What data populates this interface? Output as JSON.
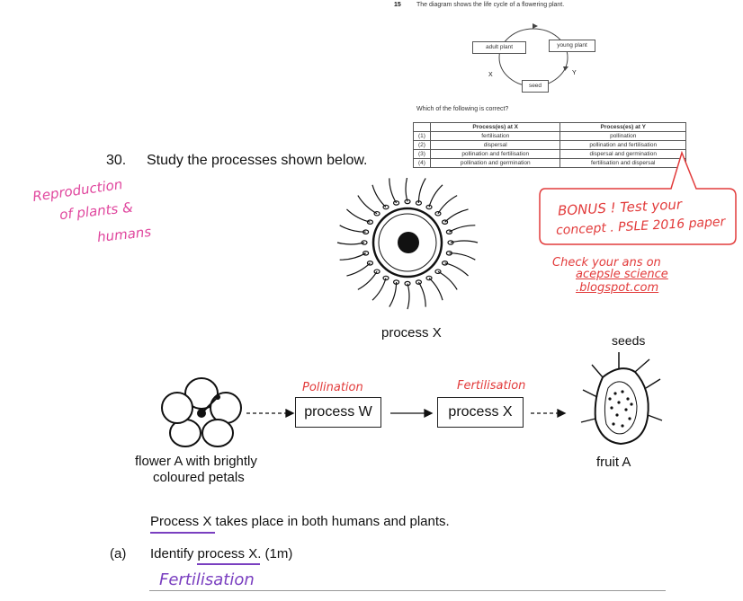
{
  "pasted_question": {
    "number": "15",
    "intro": "The diagram shows the life cycle of a flowering plant.",
    "cycle": {
      "adult_plant": "adult plant",
      "young_plant": "young plant",
      "seed": "seed",
      "x": "X",
      "y": "Y"
    },
    "prompt": "Which of the following is correct?",
    "table": {
      "headers": [
        "",
        "Process(es) at X",
        "Process(es) at Y"
      ],
      "rows": [
        [
          "(1)",
          "fertilisation",
          "pollination"
        ],
        [
          "(2)",
          "dispersal",
          "pollination and fertilisation"
        ],
        [
          "(3)",
          "pollination and fertilisation",
          "dispersal and germination"
        ],
        [
          "(4)",
          "pollination and germination",
          "fertilisation and dispersal"
        ]
      ]
    }
  },
  "question": {
    "number": "30.",
    "text": "Study the processes shown below.",
    "process_x_caption": "process X",
    "seeds_label": "seeds",
    "flow": {
      "flower_label_line1": "flower A with brightly",
      "flower_label_line2": "coloured petals",
      "box1": "process W",
      "box2": "process X",
      "fruit_label": "fruit A"
    },
    "statement": "Process X takes place in both humans and plants.",
    "part_a_label": "(a)",
    "part_a_text": "Identify process X. (1m)"
  },
  "annotations": {
    "side_note_line1": "Reproduction",
    "side_note_line2": "of plants &",
    "side_note_line3": "humans",
    "pollination": "Pollination",
    "fertilisation_above": "Fertilisation",
    "answer": "Fertilisation",
    "bonus_line1": "BONUS ! Test your",
    "bonus_line2": "concept . PSLE 2016 paper",
    "check_line1": "Check your ans on",
    "check_line2": "acepsle science .blogspot.com"
  }
}
